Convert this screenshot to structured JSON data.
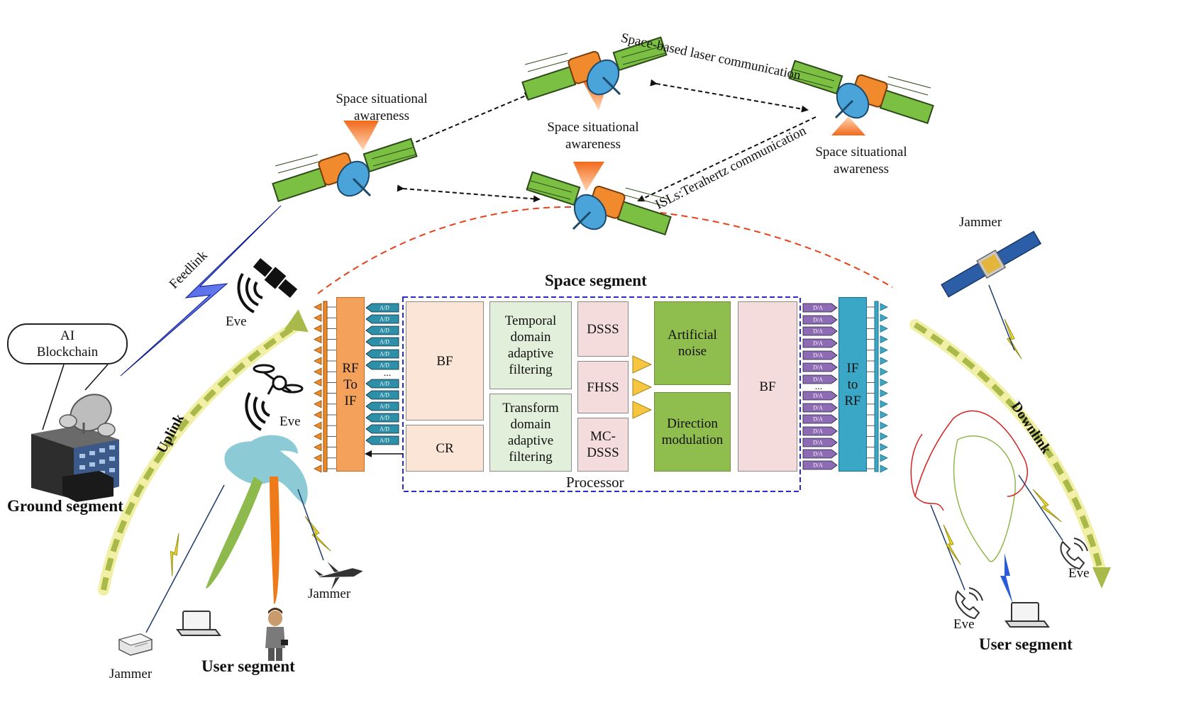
{
  "labels": {
    "laser": "Space-based laser communication",
    "terahertz": "ISLs:Terahertz communication",
    "ssa1_line1": "Space situational",
    "ssa1_line2": "awareness",
    "ssa2_line1": "Space situational",
    "ssa2_line2": "awareness",
    "ssa3_line1": "Space situational",
    "ssa3_line2": "awareness",
    "feedlink": "Feedlink",
    "uplink": "Uplink",
    "downlink": "Downlink",
    "eve_sat": "Eve",
    "eve_drone": "Eve",
    "eve_right_phone": "Eve",
    "eve_bottom_phone": "Eve",
    "jammer_top_right": "Jammer",
    "jammer_plane": "Jammer",
    "jammer_device": "Jammer",
    "ground_segment": "Ground segment",
    "user_segment_left": "User segment",
    "user_segment_right": "User segment",
    "space_segment": "Space segment",
    "processor": "Processor",
    "ai": "AI",
    "blockchain": "Blockchain"
  },
  "blocks": {
    "rf_to_if": "RF\nTo\nIF",
    "bf_left": "BF",
    "cr": "CR",
    "temporal": "Temporal\ndomain\nadaptive\nfiltering",
    "transform": "Transform\ndomain\nadaptive\nfiltering",
    "dsss": "DSSS",
    "fhss": "FHSS",
    "mcdsss": "MC-\nDSSS",
    "artificial_noise": "Artificial\nnoise",
    "direction_modulation": "Direction\nmodulation",
    "bf_right": "BF",
    "if_to_rf": "IF\nto\nRF",
    "ad": "A/D",
    "da": "D/A",
    "dots": "..."
  },
  "colors": {
    "processor_border": "#2b2bd6",
    "arc": "#e8401a",
    "uplink_arrow": "#e6e68a",
    "antenna_left": "#f08a24",
    "antenna_right": "#3ba7c6",
    "ad_fill": "#2e8fa8",
    "da_fill": "#8e6bb5"
  }
}
